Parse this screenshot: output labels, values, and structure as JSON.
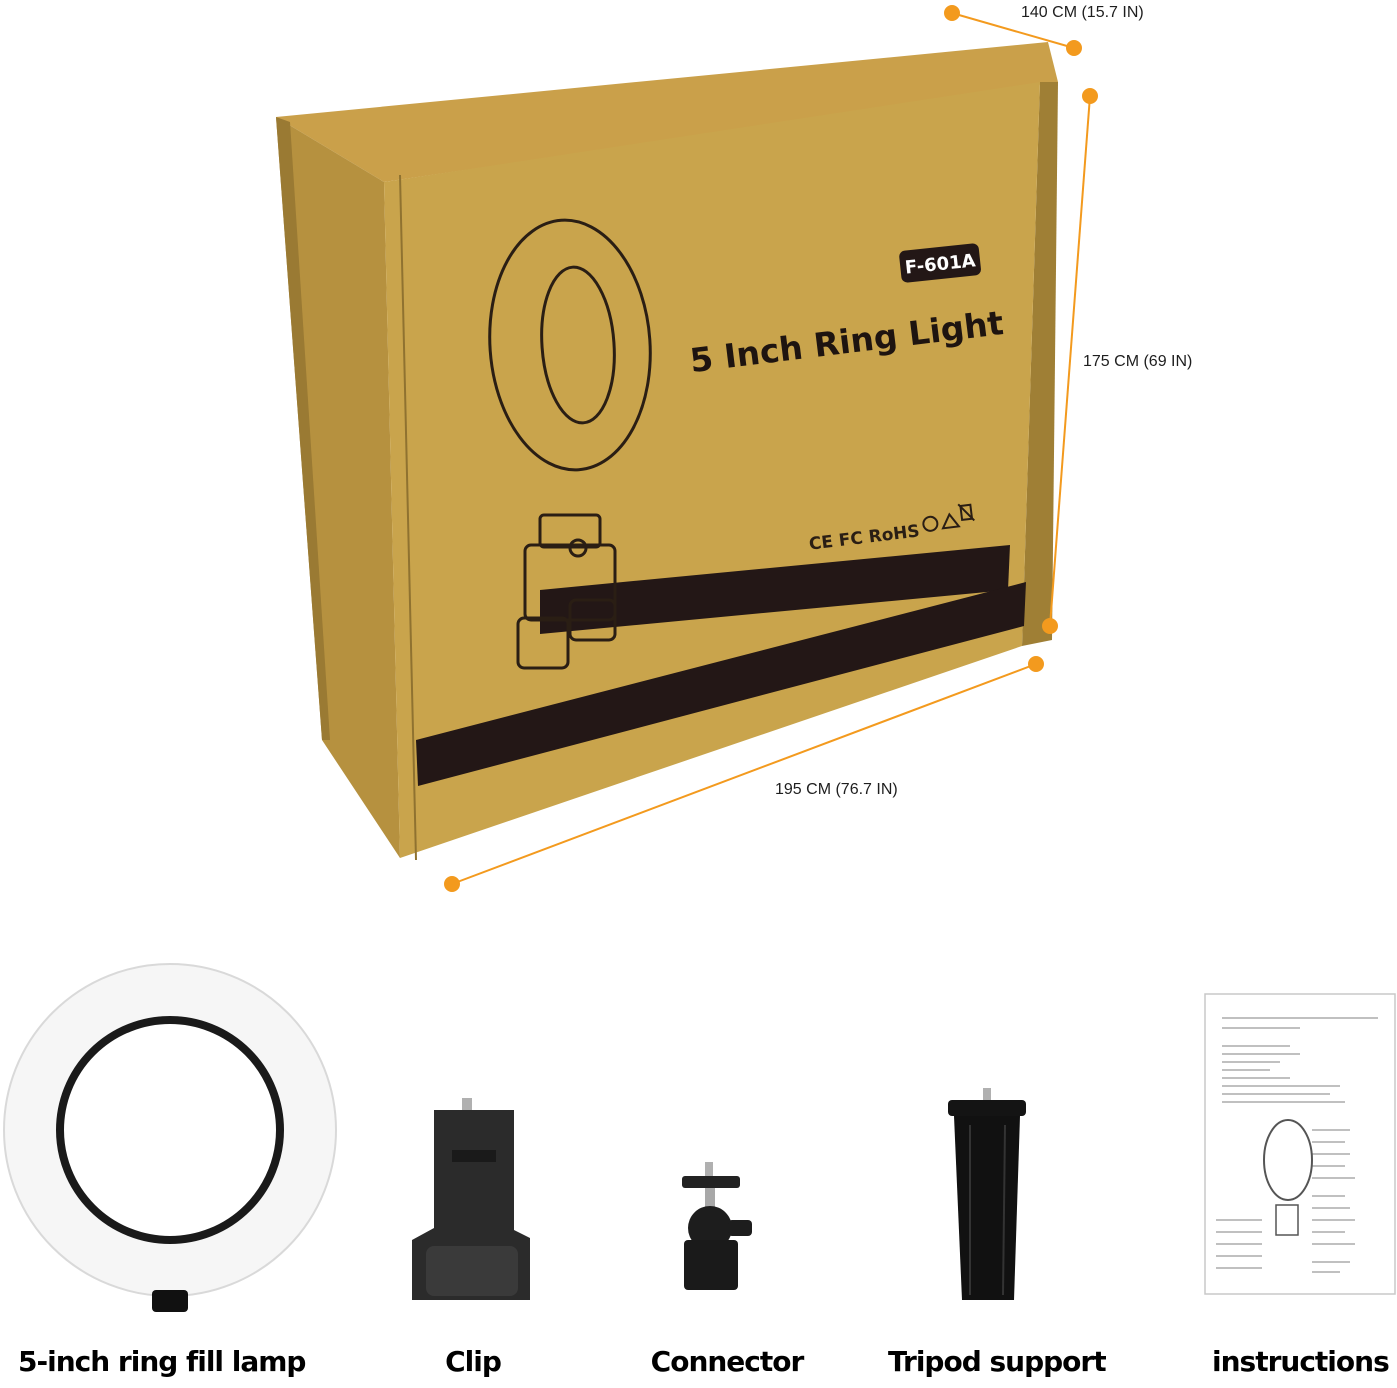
{
  "box": {
    "model": "F-601A",
    "product_name": "5 Inch Ring Light",
    "certifications": "CE FC RoHS"
  },
  "dimensions": {
    "depth": "140 CM (15.7 IN)",
    "height": "175 CM (69 IN)",
    "width": "195 CM (76.7 IN)",
    "marker_color": "#f39a1e"
  },
  "colors": {
    "cardboard": "#c9a44c",
    "cardboard_side": "#a88a3c",
    "stripe": "#231716"
  },
  "items": [
    {
      "label": "5-inch ring fill lamp"
    },
    {
      "label": "Clip"
    },
    {
      "label": "Connector"
    },
    {
      "label": "Tripod support"
    },
    {
      "label": "instructions"
    }
  ]
}
